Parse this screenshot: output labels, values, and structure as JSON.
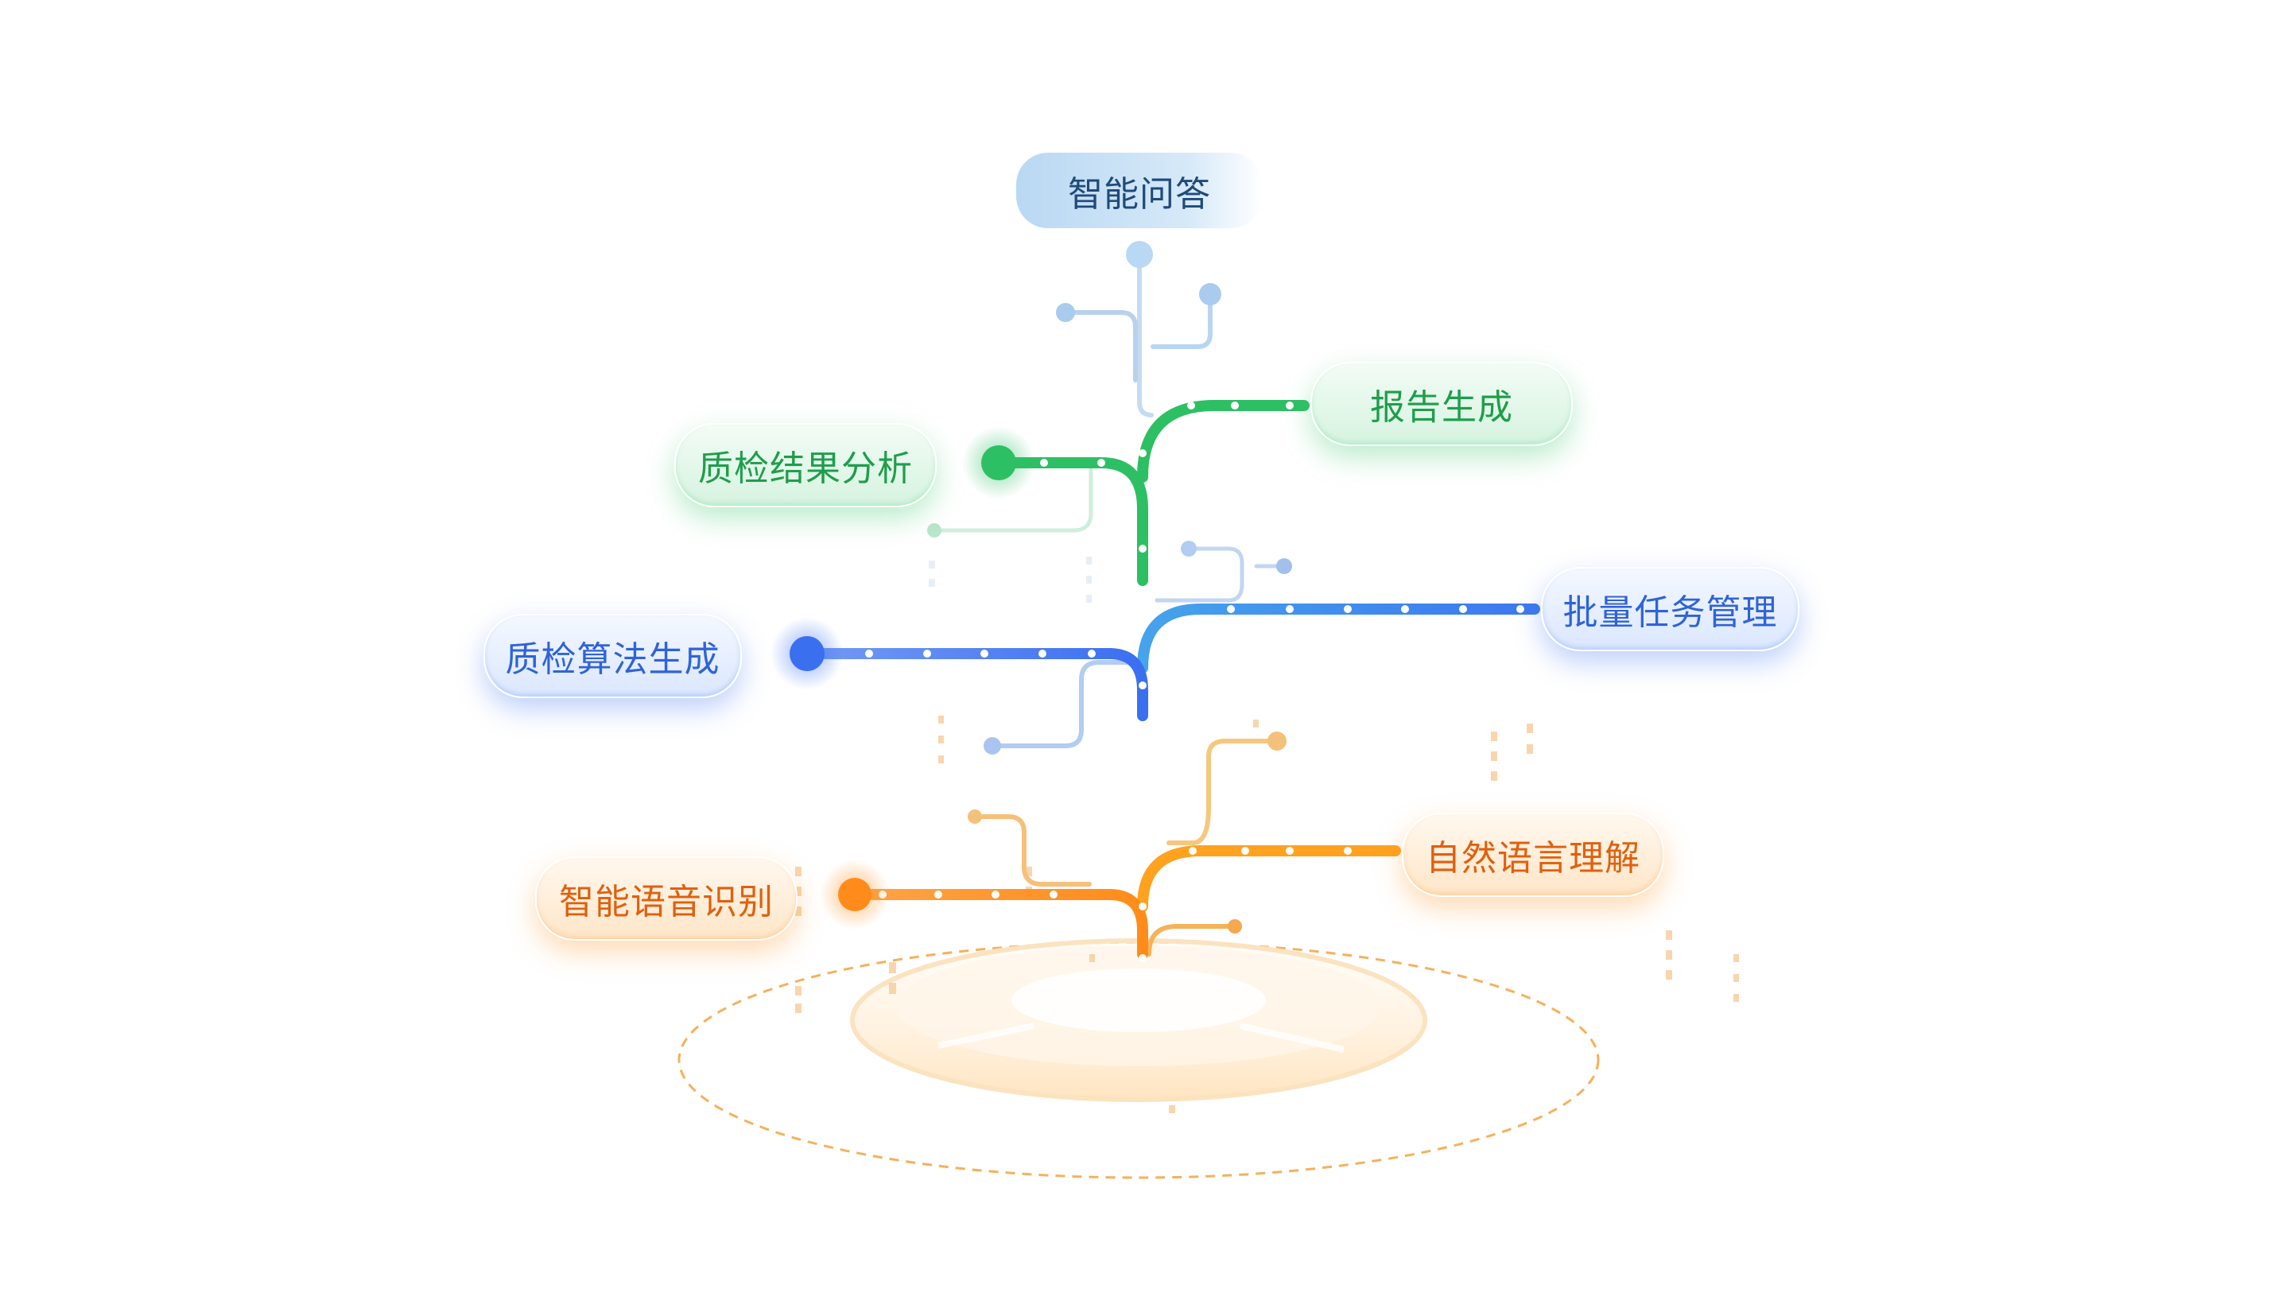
{
  "diagram": {
    "colors": {
      "green": "#2dbf64",
      "blue": "#3f86ee",
      "blue_dark": "#3a6ff0",
      "orange": "#ff8c1a",
      "orange_light": "#ffb64d",
      "trunk_top": "#9fc3e6"
    },
    "nodes": {
      "top": {
        "label": "智能问答",
        "color": "#1f4a7a"
      },
      "report": {
        "label": "报告生成",
        "color": "#1e9e4c"
      },
      "qc_analysis": {
        "label": "质检结果分析",
        "color": "#1e9e4c"
      },
      "batch_task": {
        "label": "批量任务管理",
        "color": "#2f63d8"
      },
      "qc_algorithm": {
        "label": "质检算法生成",
        "color": "#2f63d8"
      },
      "nlu": {
        "label": "自然语言理解",
        "color": "#e0600e"
      },
      "asr": {
        "label": "智能语音识别",
        "color": "#e0600e"
      }
    }
  }
}
